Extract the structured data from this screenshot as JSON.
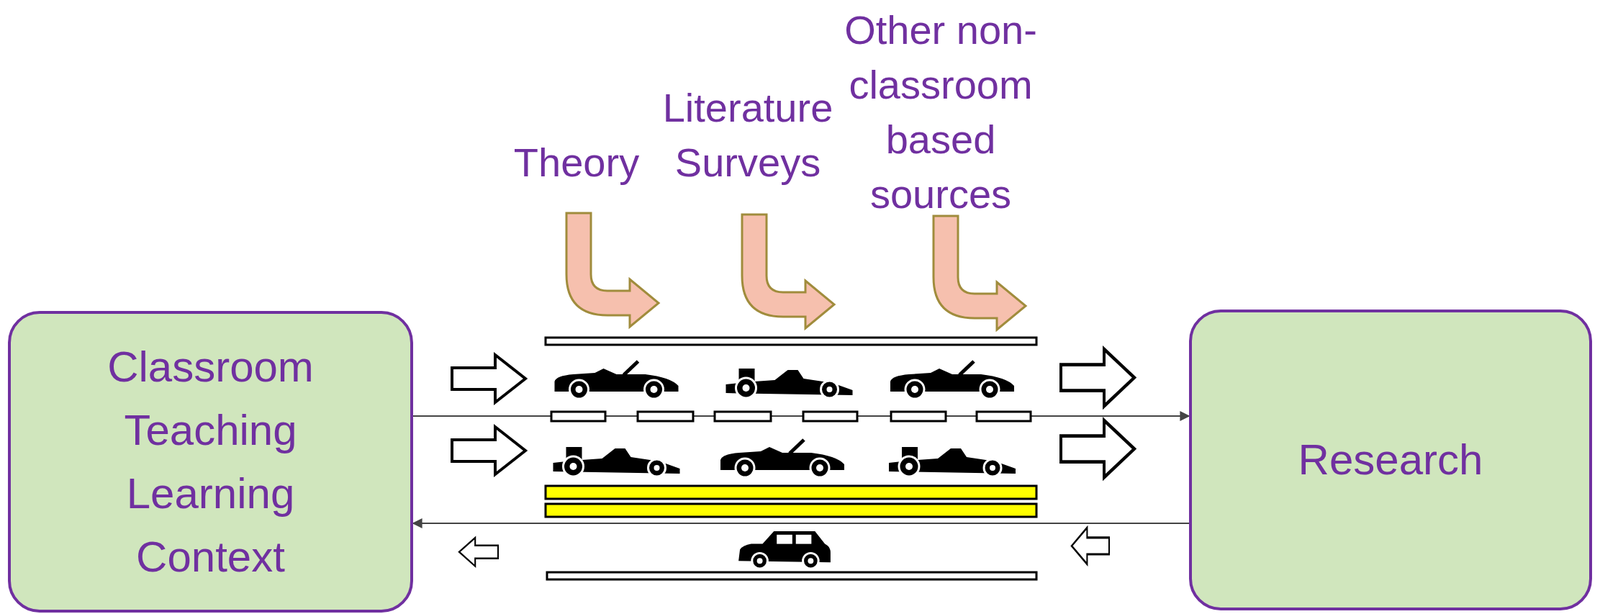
{
  "diagram": {
    "nodes": [
      {
        "text": [
          "Classroom Teaching Learning Context"
        ]
      },
      {
        "text": [
          "Research"
        ]
      }
    ],
    "edges": [
      {
        "from": 0,
        "to": 1,
        "arrow": "to"
      },
      {
        "from": 1,
        "to": 0,
        "arrow": "to"
      }
    ],
    "labels": [
      "Theory",
      "Literature Surveys",
      "Other non-classroom based sources"
    ]
  }
}
